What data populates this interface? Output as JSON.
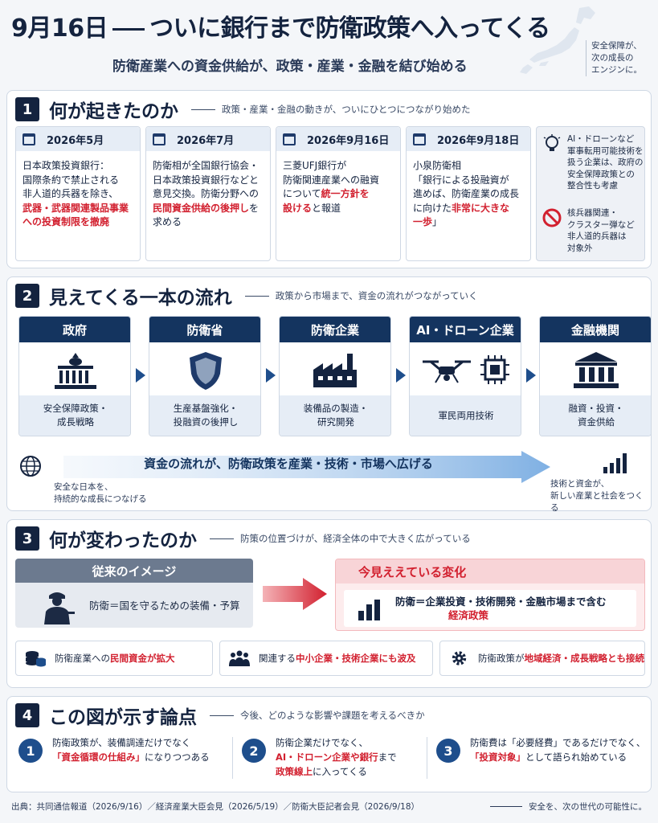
{
  "header": {
    "title_date": "9月16日",
    "title_rest": "ついに銀行まで防衛政策へ入ってくる",
    "subtitle": "防衛産業への資金供給が、政策・産業・金融を結び始める",
    "corner_note": [
      "安全保障が、",
      "次の成長の",
      "エンジンに。"
    ]
  },
  "section1": {
    "num": "1",
    "title": "何が起きたのか",
    "note": "政策・産業・金融の動きが、ついにひとつにつながり始めた",
    "cards": [
      {
        "date": "2026年5月",
        "lines": [
          {
            "text": "日本政策投資銀行：",
            "red": false
          },
          {
            "text": "国際条約で禁止される",
            "red": false
          },
          {
            "text": "非人道的兵器を除き、",
            "red": false
          },
          {
            "text": "武器・武器関連製品事業",
            "red": true
          },
          {
            "text": "への投資制限を撤廃",
            "red": true
          }
        ]
      },
      {
        "date": "2026年7月",
        "lines": [
          {
            "text": "防衛相が全国銀行協会・",
            "red": false
          },
          {
            "text": "日本政策投資銀行などと",
            "red": false
          },
          {
            "text": "意見交換。防衛分野への",
            "red": false
          },
          {
            "text": "民間資金供給の後押し",
            "red": true,
            "tail": "を"
          },
          {
            "text": "求める",
            "red": false
          }
        ]
      },
      {
        "date": "2026年9月16日",
        "lines": [
          {
            "text": "三菱UFJ銀行が",
            "red": false
          },
          {
            "text": "防衛関連産業への融資",
            "red": false
          },
          {
            "text": "について",
            "red": false,
            "redtail": "統一方針を"
          },
          {
            "text": "設ける",
            "red": true,
            "tail": "と報道"
          }
        ]
      },
      {
        "date": "2026年9月18日",
        "lines": [
          {
            "text": "小泉防衛相",
            "red": false
          },
          {
            "text": "「銀行による投融資が",
            "red": false
          },
          {
            "text": "進めば、防衛産業の成長",
            "red": false
          },
          {
            "text": "に向けた",
            "red": false,
            "redtail": "非常に大きな"
          },
          {
            "text": "一歩",
            "red": true,
            "tail": "」"
          }
        ]
      }
    ],
    "side": {
      "item1": [
        "AI・ドローンなど",
        "軍事転用可能技術を",
        "扱う企業は、政府の",
        "安全保障政策との",
        "整合性も考慮"
      ],
      "item2": [
        "核兵器関連・",
        "クラスター弾など",
        "非人道的兵器は",
        "対象外"
      ]
    }
  },
  "section2": {
    "num": "2",
    "title": "見えてくる一本の流れ",
    "note": "政策から市場まで、資金の流れがつながっていく",
    "boxes": [
      {
        "title": "政府",
        "desc": [
          "安全保障政策・",
          "成長戦略"
        ],
        "icon": "government-building-icon"
      },
      {
        "title": "防衛省",
        "desc": [
          "生産基盤強化・",
          "投融資の後押し"
        ],
        "icon": "shield-icon"
      },
      {
        "title": "防衛企業",
        "desc": [
          "装備品の製造・",
          "研究開発"
        ],
        "icon": "factory-icon"
      },
      {
        "title": "AI・ドローン企業",
        "desc": [
          "軍民両用技術"
        ],
        "icon": "drone-chip-icon"
      },
      {
        "title": "金融機関",
        "desc": [
          "融資・投資・",
          "資金供給"
        ],
        "icon": "bank-icon"
      }
    ],
    "big_arrow": "資金の流れが、防衛政策を産業・技術・市場へ広げる",
    "left_foot": [
      "安全な日本を、",
      "持続的な成長につなげる"
    ],
    "right_foot": [
      "技術と資金が、",
      "新しい産業と社会をつくる"
    ]
  },
  "section3": {
    "num": "3",
    "title": "何が変わったのか",
    "note": "防策の位置づけが、経済全体の中で大きく広がっている",
    "old_title": "従来のイメージ",
    "old_text": "防衛＝国を守るための装備・予算",
    "new_title": "今見ええている変化",
    "new_text_1": "防衛＝企業投資・技術開発・金融市場まで含む",
    "new_text_2": "経済政策",
    "chips": [
      {
        "pre": "防衛産業への",
        "red": "民間資金が拡大",
        "post": ""
      },
      {
        "pre": "関連する",
        "red": "中小企業・技術企業にも波及",
        "post": ""
      },
      {
        "pre": "防衛政策が",
        "red": "地域経済・成長戦略とも接続",
        "post": ""
      }
    ]
  },
  "section4": {
    "num": "4",
    "title": "この図が示す論点",
    "note": "今後、どのような影響や課題を考えるべきか",
    "points": [
      {
        "num": "1",
        "line1": "防衛政策が、装備調達だけでなく",
        "line2_red": "「資金循環の仕組み」",
        "line2_post": "になりつつある",
        "line3": ""
      },
      {
        "num": "2",
        "line1": "防衛企業だけでなく、",
        "line2_red": "AI・ドローン企業や銀行",
        "line2_post": "まで",
        "line3_red": "政策線上",
        "line3_post": "に入ってくる"
      },
      {
        "num": "3",
        "line1": "防衛費は「必要経費」であるだけでなく、",
        "line2_red": "「投資対象」",
        "line2_post": "として語られ始めている",
        "line3": ""
      }
    ]
  },
  "footer": {
    "source": "出典：共同通信報道（2026/9/16）／経済産業大臣会見（2026/5/19）／防衛大臣記者会見（2026/9/18）",
    "tagline": "安全を、次の世代の可能性に。"
  },
  "colors": {
    "navy": "#14233f",
    "accent_blue": "#1e4e8c",
    "red": "#d2202f"
  }
}
